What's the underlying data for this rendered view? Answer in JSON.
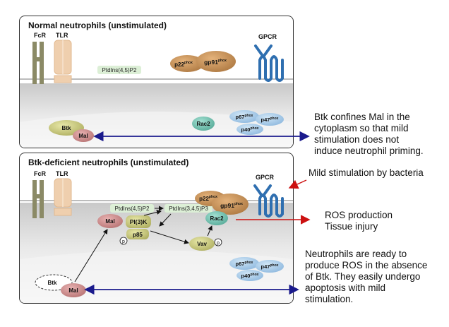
{
  "panel_normal": {
    "title": "Normal neutrophils (unstimulated)",
    "receptors": {
      "fcr": "FcR",
      "tlr": "TLR",
      "gpcr": "GPCR"
    },
    "membrane_lipid": "PtdIns(4,5)P2",
    "nox_membrane": {
      "p22": "p22",
      "gp91": "gp91",
      "sup": "phox"
    },
    "btk": "Btk",
    "mal": "Mal",
    "rac2": "Rac2",
    "cytosolic_phox": {
      "p67": "p67",
      "p47": "p47",
      "p40": "p40",
      "sup": "phox"
    }
  },
  "panel_deficient": {
    "title": "Btk-deficient neutrophils (unstimulated)",
    "receptors": {
      "fcr": "FcR",
      "tlr": "TLR",
      "gpcr": "GPCR"
    },
    "pip2": "PtdIns(4,5)P2",
    "pip3": "PtdIns(3,4,5)P3",
    "mal": "Mal",
    "pi3k": "PI(3)K",
    "p85": "p85",
    "p_label": "p",
    "vav": "Vav",
    "rac2": "Rac2",
    "nox_membrane": {
      "p22": "p22",
      "gp91": "gp91",
      "sup": "phox"
    },
    "cytosolic_phox": {
      "p67": "p67",
      "p47": "p47",
      "p40": "p40",
      "sup": "phox"
    },
    "btk_absent": "Btk",
    "mal_free": "Mal"
  },
  "annotations": {
    "btk_confines": [
      "Btk confines Mal in the",
      "cytoplasm so that mild",
      "stimulation does not",
      "induce neutrophil priming."
    ],
    "mild_stimulation": "Mild stimulation by bacteria",
    "ros_outcome": [
      "ROS production",
      "Tissue injury"
    ],
    "ready_to_produce": [
      "Neutrophils are ready to",
      "produce ROS in the absence",
      "of Btk.  They easily undergo",
      "apoptosis with mild",
      "stimulation."
    ]
  },
  "colors": {
    "arrow_blue": "#1a1a8c",
    "arrow_red": "#cc1111",
    "receptor_olive": "#8b8a66",
    "tlr_peach": "#efcfae",
    "gpcr_blue": "#2f6fb0",
    "phox_brown": "#c49055",
    "btk_olive": "#c4c474",
    "mal_pink": "#c98686",
    "rac2_teal": "#6fc1b0",
    "cyto_blue": "#a6cbe8",
    "lipid_green": "#dcefd6"
  }
}
